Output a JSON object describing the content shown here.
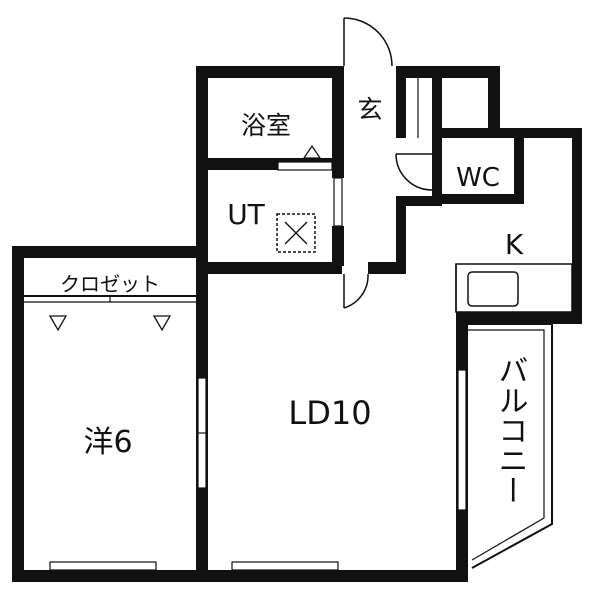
{
  "rooms": {
    "bath": "浴室",
    "entrance": "玄",
    "wc": "WC",
    "utility": "UT",
    "kitchen": "K",
    "closet": "クロゼット",
    "western_room": "洋6",
    "living_dining": "LD10",
    "balcony": "バルコニー"
  },
  "colors": {
    "wall": "#111111",
    "background": "#ffffff"
  }
}
